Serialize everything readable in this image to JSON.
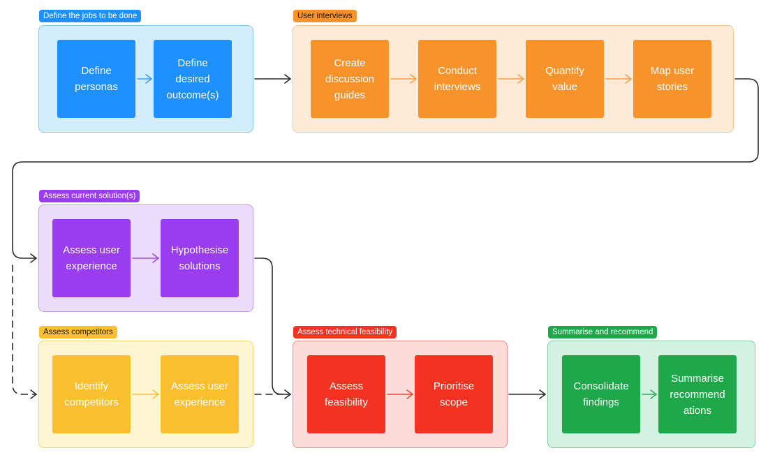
{
  "groups": [
    {
      "id": "jobs",
      "label": "Define the jobs to be done",
      "tag_bg": "#1e90ff",
      "tag_fg": "#ffffff",
      "bg": "#d2edfb",
      "border": "#87c6ef",
      "step_color": "#1e90ff",
      "arrow_color": "#3e9ff0",
      "steps": [
        "Define\npersonas",
        "Define\ndesired\noutcome(s)"
      ]
    },
    {
      "id": "interviews",
      "label": "User interviews",
      "tag_bg": "#f7932a",
      "tag_fg": "#1a1a1a",
      "bg": "#fdebd7",
      "border": "#f6c690",
      "step_color": "#f7932a",
      "arrow_color": "#f7a04c",
      "steps": [
        "Create\ndiscussion\nguides",
        "Conduct\ninterviews",
        "Quantify\nvalue",
        "Map user\nstories"
      ]
    },
    {
      "id": "current",
      "label": "Assess current solution(s)",
      "tag_bg": "#9a3df0",
      "tag_fg": "#ffffff",
      "bg": "#ecdcfb",
      "border": "#c597ef",
      "step_color": "#9a3df0",
      "arrow_color": "#9a4ae8",
      "steps": [
        "Assess user\nexperience",
        "Hypothesise\nsolutions"
      ]
    },
    {
      "id": "competitors",
      "label": "Assess competitors",
      "tag_bg": "#fbc030",
      "tag_fg": "#1a1a1a",
      "bg": "#fef6d3",
      "border": "#f6d870",
      "step_color": "#fbc030",
      "arrow_color": "#f5c040",
      "steps": [
        "Identify\ncompetitors",
        "Assess user\nexperience"
      ]
    },
    {
      "id": "technical",
      "label": "Assess technical feasibility",
      "tag_bg": "#f43222",
      "tag_fg": "#ffffff",
      "bg": "#fbdcd8",
      "border": "#ef8f86",
      "step_color": "#f43222",
      "arrow_color": "#ef4a3c",
      "steps": [
        "Assess\nfeasibility",
        "Prioritise\nscope"
      ]
    },
    {
      "id": "summary",
      "label": "Summarise and recommend",
      "tag_bg": "#1fa84a",
      "tag_fg": "#ffffff",
      "bg": "#d4f2e1",
      "border": "#80cf9b",
      "step_color": "#1fa84a",
      "arrow_color": "#2fae58",
      "steps": [
        "Consolidate\nfindings",
        "Summarise\nrecommend\nations"
      ]
    }
  ]
}
